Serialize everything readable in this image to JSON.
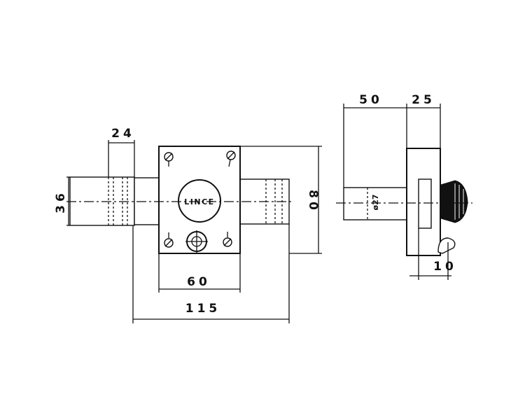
{
  "front_view": {
    "brand": "LINCE",
    "dim_bolt_length": "24",
    "dim_bolt_height": "36",
    "dim_body_width": "60",
    "dim_overall_width": "115",
    "dim_body_height": "80"
  },
  "side_view": {
    "dim_projection": "50",
    "dim_body_depth": "25",
    "dim_diameter": "ø27",
    "dim_knob": "10"
  },
  "colors": {
    "ink": "#111111",
    "paper": "#ffffff"
  }
}
